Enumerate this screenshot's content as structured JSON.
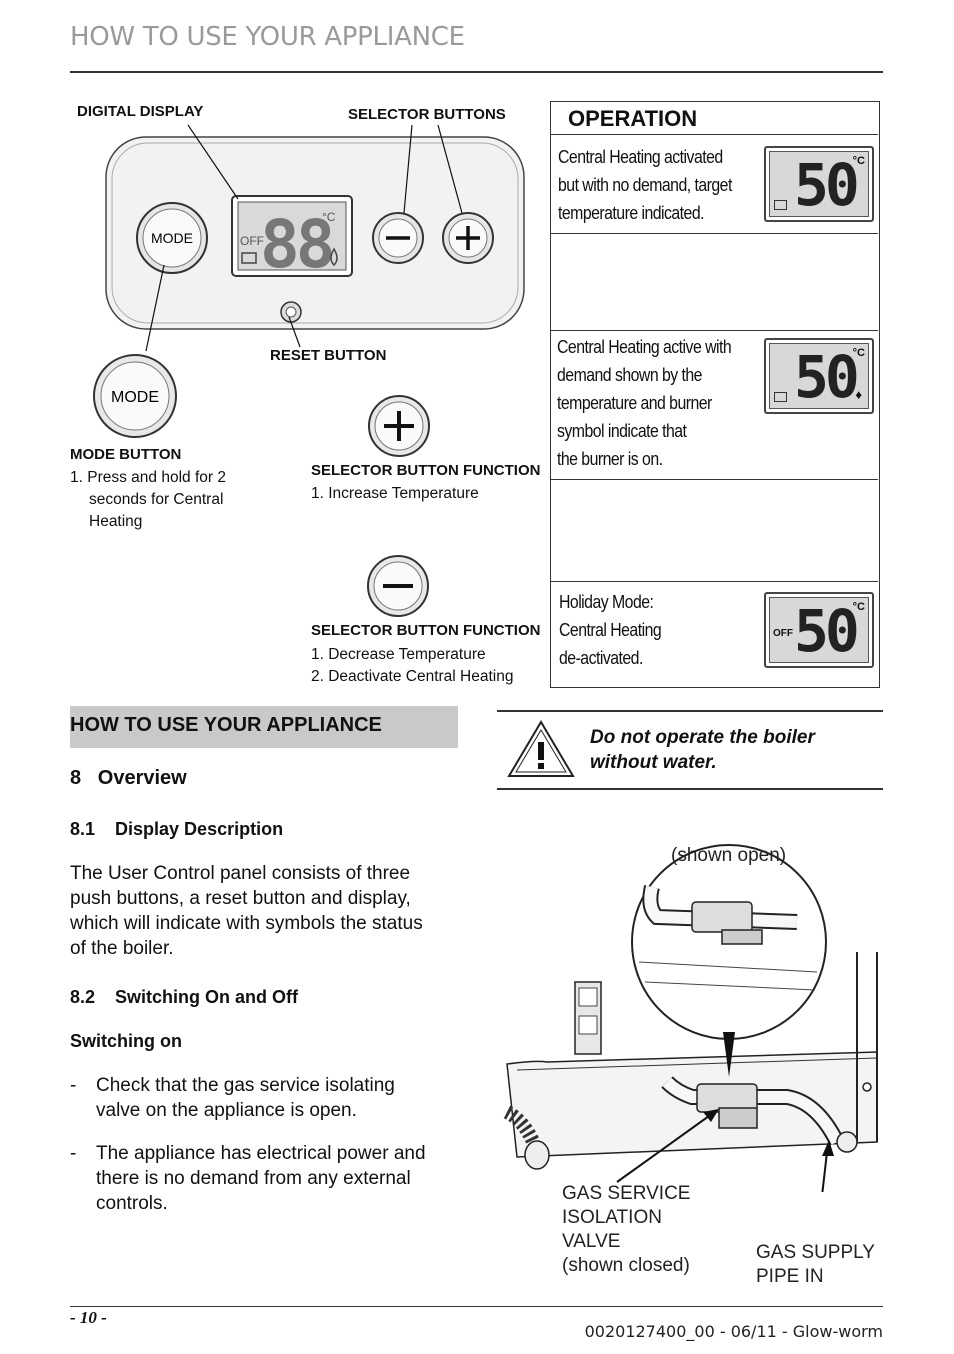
{
  "header": {
    "title": "HOW TO USE YOUR APPLIANCE"
  },
  "panel": {
    "digital_display_label": "DIGITAL DISPLAY",
    "selector_buttons_label": "SELECTOR BUTTONS",
    "reset_button_label": "RESET BUTTON",
    "mode_text": "MODE",
    "off_text": "OFF",
    "display_digits": "88",
    "degc": "°C",
    "minus": "−",
    "plus": "+"
  },
  "mode_button": {
    "title": "MODE BUTTON",
    "item1_line1": "1. Press and hold for 2",
    "item1_line2": "seconds for Central",
    "item1_line3": "Heating"
  },
  "selector_plus": {
    "title": "SELECTOR BUTTON FUNCTION",
    "item1": "1. Increase Temperature"
  },
  "selector_minus": {
    "title": "SELECTOR BUTTON FUNCTION",
    "item1": "1. Decrease Temperature",
    "item2": "2. Deactivate Central Heating"
  },
  "operation": {
    "title": "OPERATION",
    "row1": {
      "l1": "Central Heating activated",
      "l2": "but with no demand, target",
      "l3": "temperature indicated.",
      "digits": "50",
      "unit": "°C"
    },
    "row2": {
      "l1": "Central Heating active with",
      "l2": "demand shown by the",
      "l3": "temperature and burner",
      "l4": "symbol indicate that",
      "l5": "the burner is on.",
      "digits": "50",
      "unit": "°C"
    },
    "row3": {
      "l1": "Holiday Mode:",
      "l2": "Central Heating",
      "l3": "de-activated.",
      "digits": "50",
      "unit": "°C",
      "off": "OFF"
    }
  },
  "section": {
    "bar_title": "HOW TO USE YOUR APPLIANCE",
    "h_overview": "8   Overview",
    "h_display": "8.1    Display Description",
    "display_p1": "The User Control panel consists of three",
    "display_p2": "push buttons, a reset button and display,",
    "display_p3": "which will indicate with symbols the status",
    "display_p4": "of the boiler.",
    "h_switch": "8.2    Switching On and Off",
    "h_switch_on": "Switching on",
    "b1_dash": "-",
    "b1_l1": "Check that the gas service isolating",
    "b1_l2": "valve on the appliance is open.",
    "b2_dash": "-",
    "b2_l1": "The appliance has electrical power and",
    "b2_l2": "there is no demand from any external",
    "b2_l3": "controls."
  },
  "warning": {
    "l1": "Do not operate the boiler",
    "l2": "without water."
  },
  "figure": {
    "shown_open": "(shown open)",
    "valve_l1": "GAS SERVICE",
    "valve_l2": "ISOLATION",
    "valve_l3": "VALVE",
    "valve_l4": "(shown closed)",
    "pipe_l1": "GAS SUPPLY",
    "pipe_l2": "PIPE IN"
  },
  "footer": {
    "page": "- 10 -",
    "doc": "0020127400_00 - 06/11 - Glow-worm"
  }
}
